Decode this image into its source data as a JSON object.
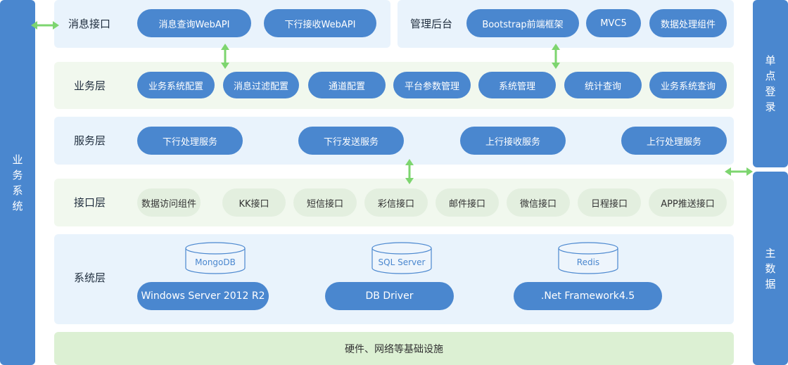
{
  "left_bar": {
    "label": "业务系统"
  },
  "right_bars": [
    {
      "label": "单点登录"
    },
    {
      "label": "主数据"
    }
  ],
  "message_interface": {
    "title": "消息接口",
    "items": [
      "消息查询WebAPI",
      "下行接收WebAPI"
    ]
  },
  "admin": {
    "title": "管理后台",
    "items": [
      "Bootstrap前端框架",
      "MVC5",
      "数据处理组件"
    ]
  },
  "business_layer": {
    "title": "业务层",
    "items": [
      "业务系统配置",
      "消息过滤配置",
      "通道配置",
      "平台参数管理",
      "系统管理",
      "统计查询",
      "业务系统查询"
    ]
  },
  "service_layer": {
    "title": "服务层",
    "items": [
      "下行处理服务",
      "下行发送服务",
      "上行接收服务",
      "上行处理服务"
    ]
  },
  "interface_layer": {
    "title": "接口层",
    "items": [
      "数据访问组件",
      "KK接口",
      "短信接口",
      "彩信接口",
      "邮件接口",
      "微信接口",
      "日程接口",
      "APP推送接口"
    ]
  },
  "system_layer": {
    "title": "系统层",
    "databases": [
      "MongoDB",
      "SQL Server",
      "Redis"
    ],
    "items": [
      "Windows Server 2012 R2",
      "DB Driver",
      ".Net Framework4.5"
    ]
  },
  "infrastructure": {
    "label": "硬件、网络等基础设施"
  },
  "colors": {
    "primary": "#4a87cf",
    "arrow": "#7dd56f",
    "panel_blue": "#e9f3fc",
    "panel_green": "#f1f8ee"
  }
}
